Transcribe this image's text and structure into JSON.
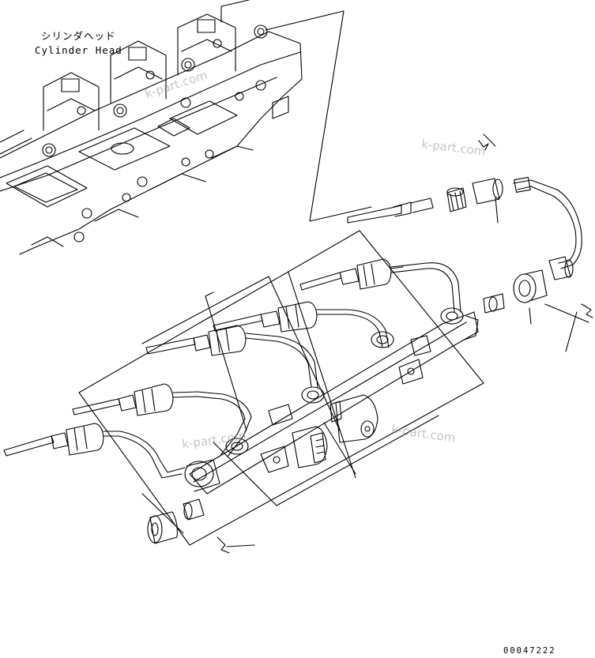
{
  "labels": {
    "cylinder_head_jp": "シリンダヘッド",
    "cylinder_head_en": "Cylinder Head",
    "document_number": "00047222"
  },
  "watermarks": [
    "k-part.com",
    "k-part.com",
    "k-part.com",
    "k-part.com"
  ],
  "colors": {
    "line": "#000000",
    "background": "#ffffff",
    "watermark": "#9a9a9a"
  },
  "icons": [
    "glow-plug-icon",
    "injector-pipe-icon",
    "common-rail-icon",
    "pressure-sensor-icon",
    "clip-icon"
  ]
}
